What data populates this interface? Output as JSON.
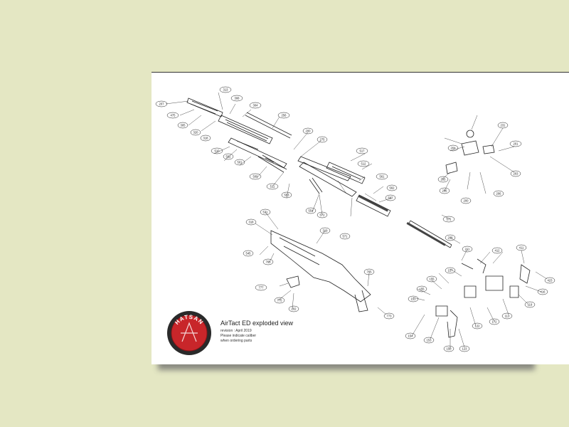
{
  "document": {
    "title": "AirTact ED exploded view",
    "revision": "revision : April 2019",
    "note_line1": "Please indicate caliber",
    "note_line2": "when ordering parts"
  },
  "logo": {
    "text": "HATSAN"
  },
  "colors": {
    "page_background": "#e4e7c3",
    "sheet": "#ffffff",
    "logo_red": "#c8262a",
    "logo_ring": "#2a2a2a",
    "line": "#222222"
  },
  "part_labels": [
    "207",
    "475",
    "305",
    "320",
    "318",
    "313",
    "308",
    "304",
    "256",
    "200",
    "275",
    "517",
    "512",
    "510",
    "502",
    "501",
    "509",
    "511",
    "553",
    "554",
    "572",
    "571",
    "561",
    "562",
    "567",
    "571",
    "531",
    "318",
    "319",
    "545",
    "766",
    "765",
    "773",
    "777",
    "775",
    "202",
    "231",
    "201",
    "203",
    "204",
    "205",
    "206",
    "200",
    "206",
    "208",
    "211",
    "412",
    "411",
    "423",
    "416",
    "119",
    "113",
    "172",
    "122",
    "123",
    "150",
    "153",
    "154",
    "151",
    "155",
    "155",
    "157",
    "156",
    "163",
    "160",
    "167",
    "158",
    "159",
    "184",
    "181"
  ]
}
